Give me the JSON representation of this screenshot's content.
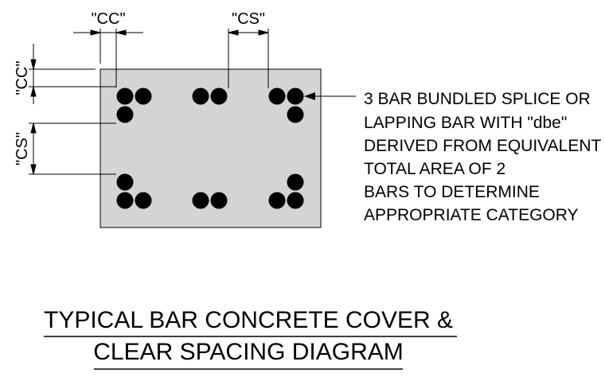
{
  "diagram": {
    "dimensions": {
      "top_cover": "\"CC\"",
      "top_spacing": "\"CS\"",
      "side_cover": "\"CC\"",
      "side_spacing": "\"CS\""
    },
    "note_lines": [
      "3 BAR BUNDLED SPLICE OR",
      "LAPPING BAR WITH \"dbe\"",
      "DERIVED FROM EQUIVALENT",
      "TOTAL AREA OF 2",
      "BARS TO DETERMINE",
      "APPROPRIATE CATEGORY"
    ],
    "title_lines": [
      "TYPICAL BAR CONCRETE COVER &",
      "CLEAR SPACING DIAGRAM"
    ],
    "colors": {
      "concrete": "#d4d4d4",
      "bar": "#000000",
      "line": "#000000"
    }
  }
}
